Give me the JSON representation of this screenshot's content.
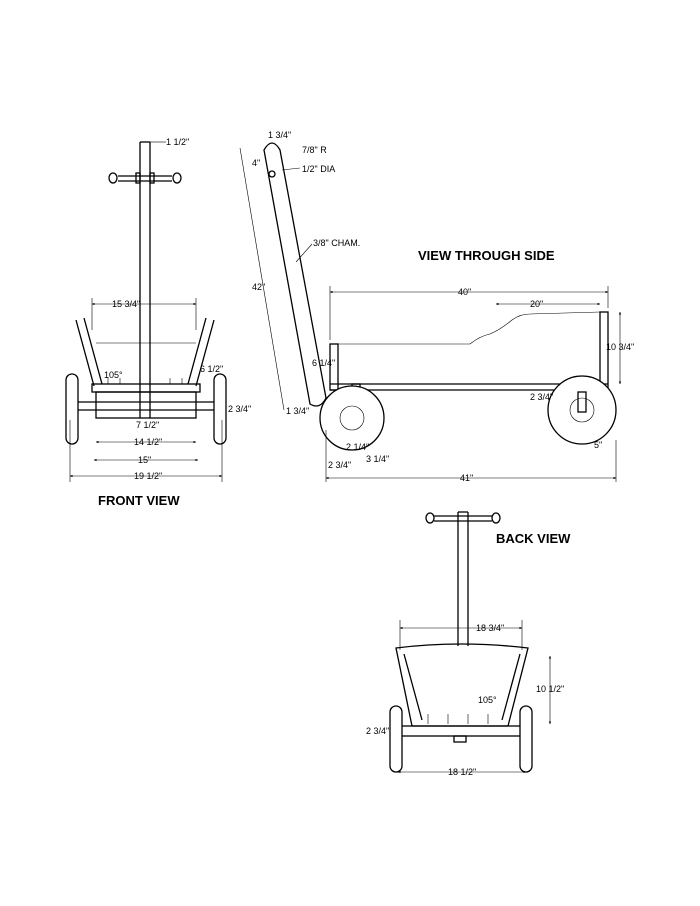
{
  "views": {
    "front": "FRONT VIEW",
    "side": "VIEW THROUGH SIDE",
    "back": "BACK VIEW"
  },
  "front_dims": {
    "top_width": "1 1/2\"",
    "width_15_3_4": "15 3/4\"",
    "angle": "105°",
    "height_6_1_2": "6 1/2\"",
    "height_2_3_4": "2 3/4\"",
    "axle_7_1_2": "7 1/2\"",
    "width_14_1_2": "14 1/2\"",
    "width_15": "15\"",
    "width_19_1_2": "19 1/2\""
  },
  "side_dims": {
    "top_1_3_4": "1 3/4\"",
    "radius": "7/8\" R",
    "hole_dia": "1/2\" DIA",
    "top_4": "4\"",
    "chamfer": "3/8\" CHAM.",
    "handle_42": "42\"",
    "base_1_3_4": "1 3/4\"",
    "rail_6_1_4": "6 1/4\"",
    "bed_40": "40\"",
    "bed_20": "20\"",
    "height_10_3_4": "10 3/4\"",
    "axle_2_3_4": "2 3/4\"",
    "wheel_2_1_4": "2 1/4\"",
    "offset_2_3_4": "2 3/4\"",
    "offset_3_1_4": "3 1/4\"",
    "wheel_5": "5\"",
    "length_41": "41\""
  },
  "back_dims": {
    "top_18_3_4": "18 3/4\"",
    "angle": "105°",
    "height_10_1_2": "10 1/2\"",
    "height_2_3_4": "2 3/4\"",
    "bottom_18_1_2": "18 1/2\""
  }
}
